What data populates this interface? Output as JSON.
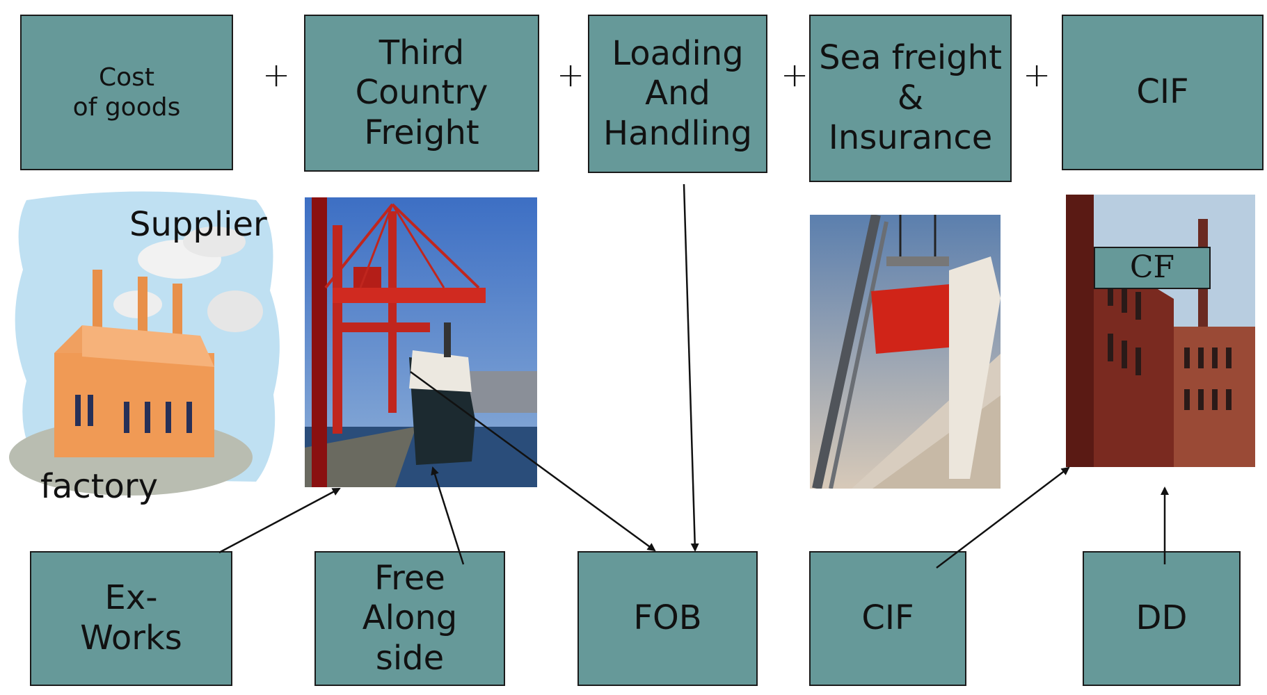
{
  "top_boxes": [
    {
      "label": "Cost\nof goods"
    },
    {
      "label": "Third\nCountry\nFreight"
    },
    {
      "label": "Loading\nAnd\nHandling"
    },
    {
      "label": "Sea freight\n&\nInsurance"
    },
    {
      "label": "CIF"
    }
  ],
  "plus_sign": "+",
  "factory": {
    "supplier_label": "Supplier",
    "factory_label": "factory"
  },
  "warehouse_tag": "CF",
  "bottom_boxes": [
    {
      "label": "Ex-\nWorks"
    },
    {
      "label": "Free\nAlong\nside"
    },
    {
      "label": "FOB"
    },
    {
      "label": "CIF"
    },
    {
      "label": "DD"
    }
  ],
  "colors": {
    "box_fill": "#669999",
    "box_border": "#1a1a1a",
    "text": "#111111"
  }
}
